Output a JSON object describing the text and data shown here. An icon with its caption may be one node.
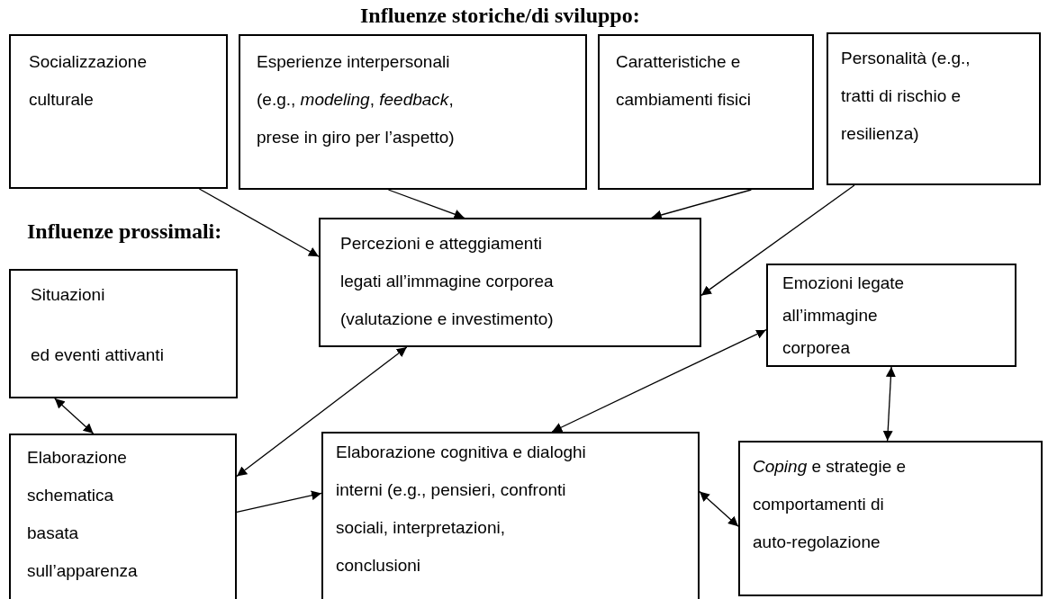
{
  "diagram": {
    "title": "Influenze storiche/di sviluppo:",
    "nodes": [
      {
        "text": [
          "Socializzazione culturale"
        ]
      },
      {
        "text": [
          "Esperienze interpersonali (e.g., *modeling*, *feedback*, prese in giro per l’aspetto)"
        ]
      },
      {
        "text": [
          "Caratteristiche e cambiamenti fisici"
        ]
      },
      {
        "text": [
          "Personalità (e.g., tratti di rischio e resilienza)"
        ]
      },
      {
        "text": [
          "Percezioni e atteggiamenti legati all’immagine corporea (valutazione e investimento)"
        ]
      },
      {
        "text": [
          "Situazioni",
          "ed eventi attivanti"
        ]
      },
      {
        "text": [
          "Emozioni legate all’immagine corporea"
        ]
      },
      {
        "text": [
          "Elaborazione schematica basata sull’apparenza"
        ]
      },
      {
        "text": [
          "Elaborazione cognitiva e dialoghi interni (e.g., pensieri, confronti sociali, interpretazioni, conclusioni"
        ]
      },
      {
        "text": [
          "*Coping* e strategie e comportamenti di auto-regolazione"
        ]
      }
    ],
    "edges": [
      {
        "from": 0,
        "to": 4,
        "arrow": "to"
      },
      {
        "from": 1,
        "to": 4,
        "arrow": "to"
      },
      {
        "from": 2,
        "to": 4,
        "arrow": "to"
      },
      {
        "from": 3,
        "to": 4,
        "arrow": "to"
      },
      {
        "from": 5,
        "to": 7,
        "arrow": "both"
      },
      {
        "from": 4,
        "to": 7,
        "arrow": "both"
      },
      {
        "from": 7,
        "to": 8,
        "arrow": "to"
      },
      {
        "from": 6,
        "to": 8,
        "arrow": "both"
      },
      {
        "from": 6,
        "to": 9,
        "arrow": "both"
      },
      {
        "from": 8,
        "to": 9,
        "arrow": "both"
      }
    ],
    "labels": [
      "Influenze prossimali:"
    ]
  }
}
